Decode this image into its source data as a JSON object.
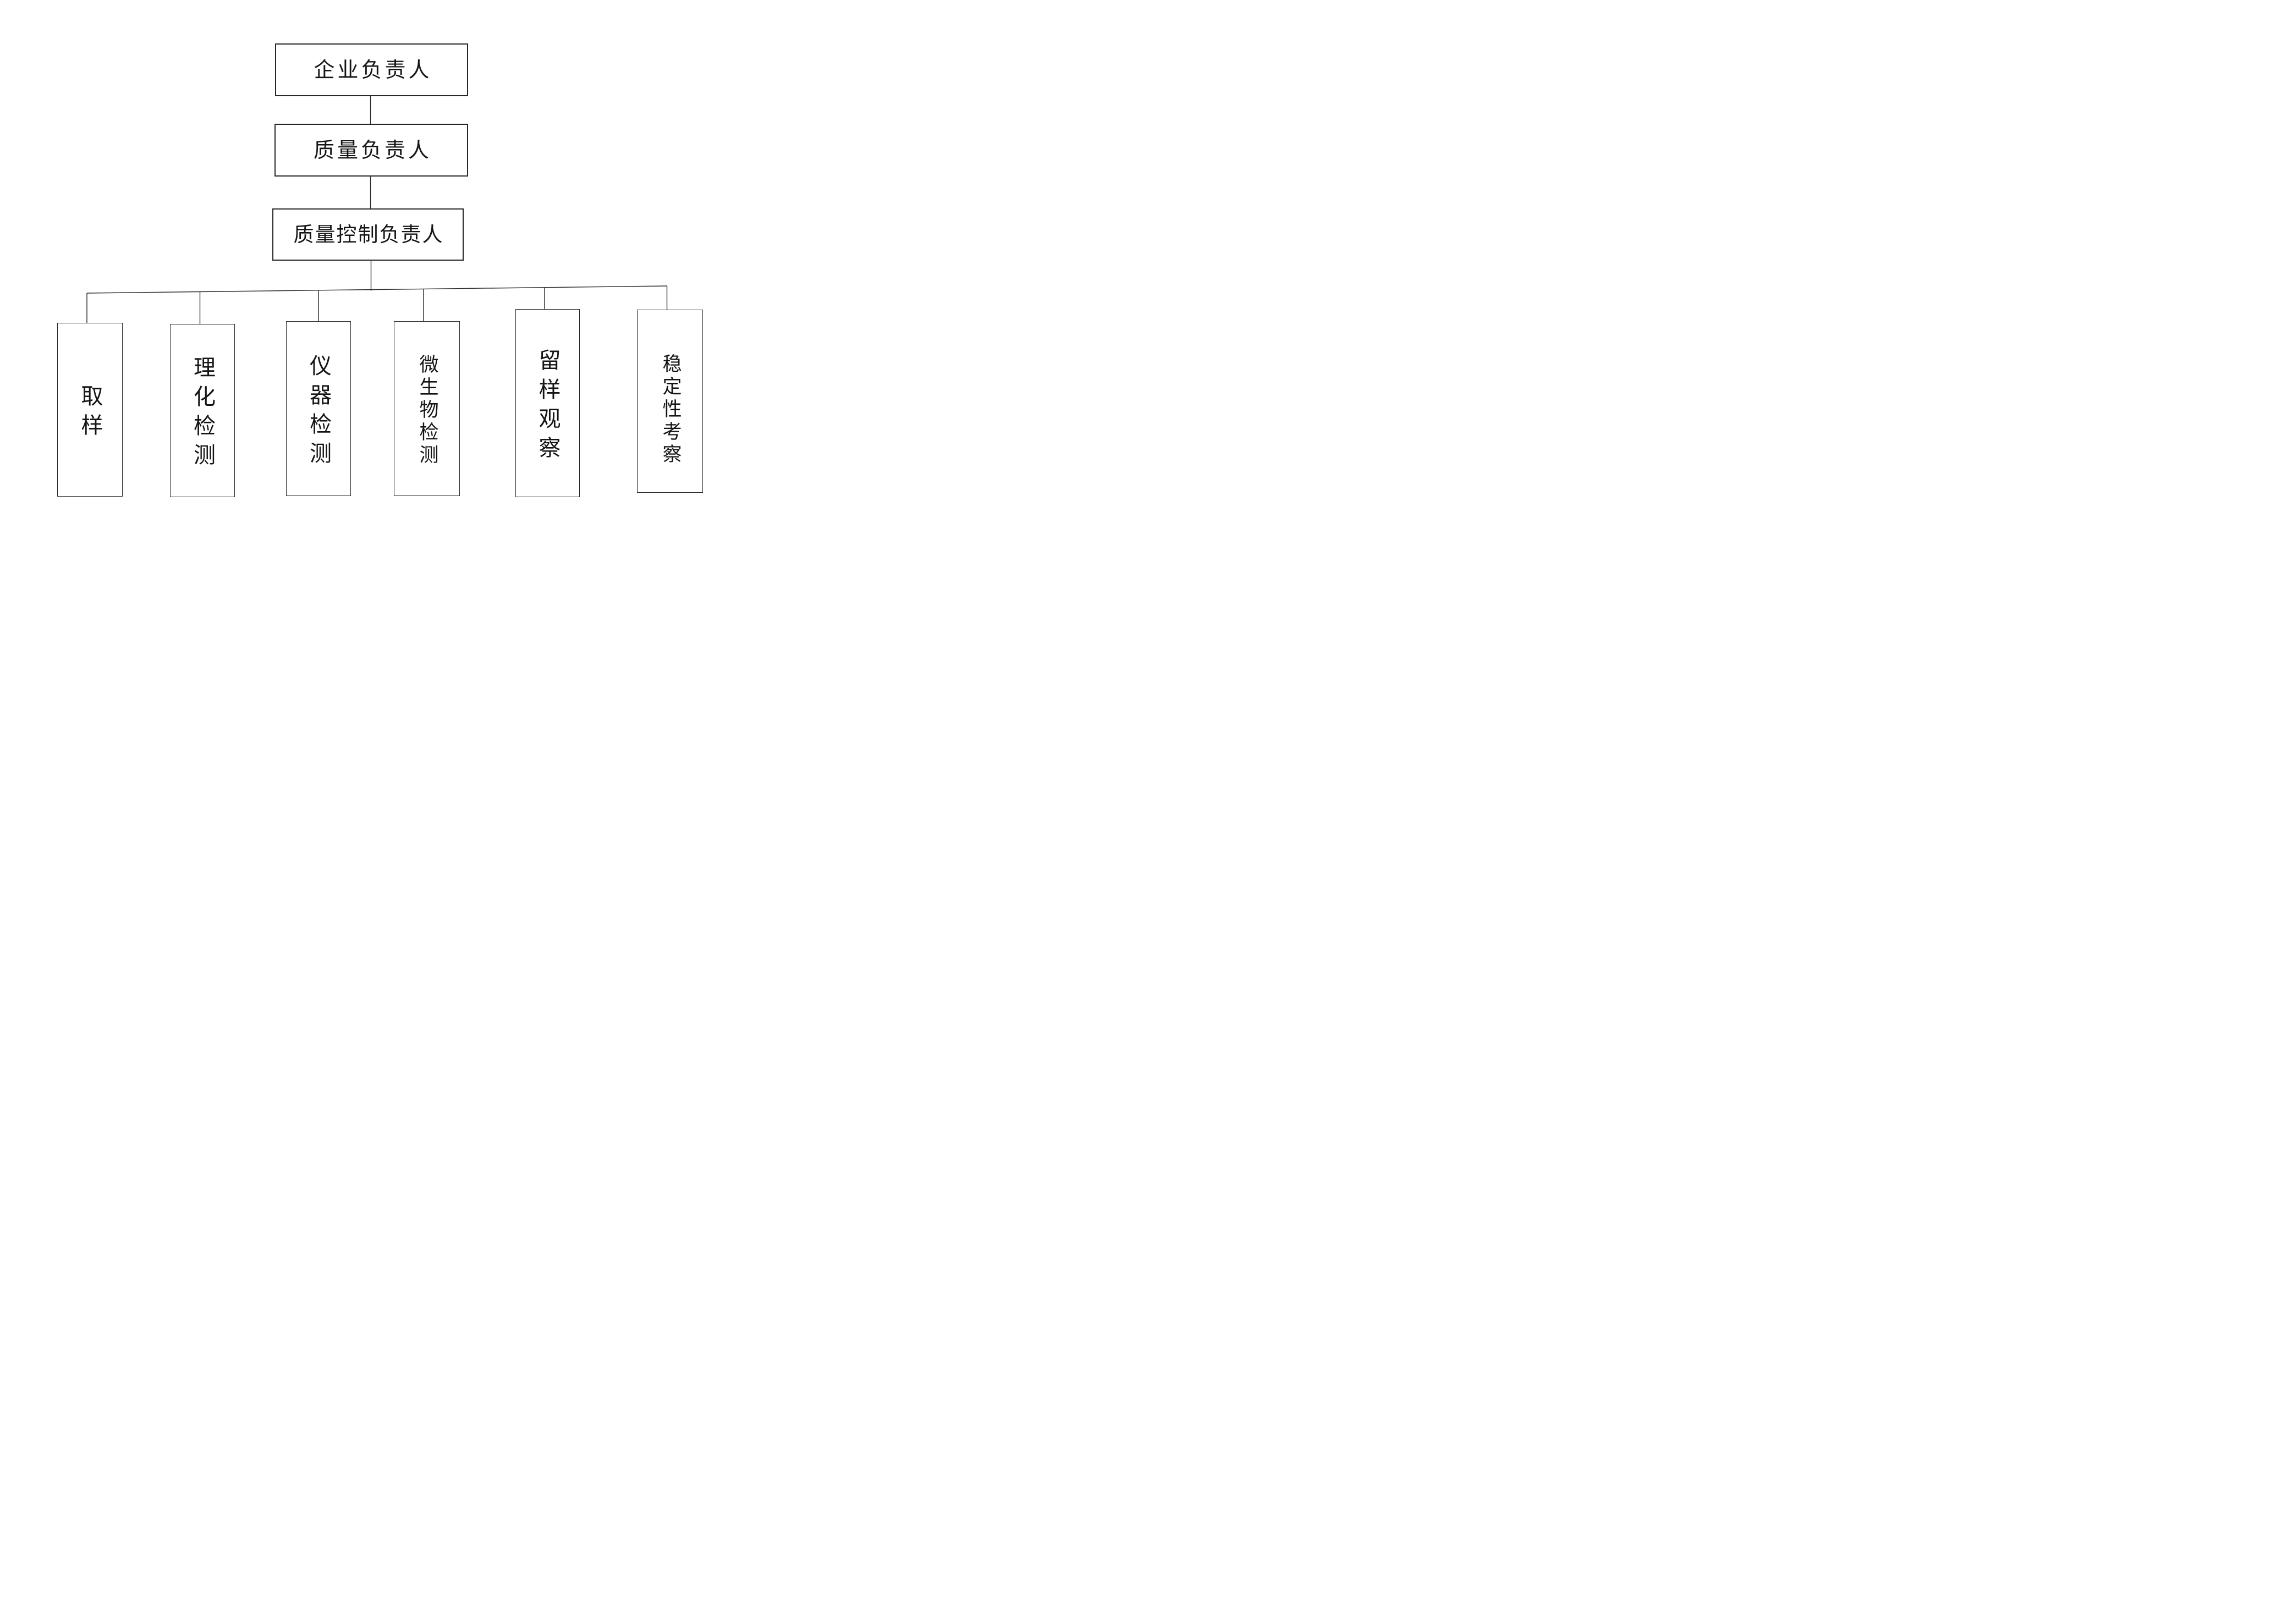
{
  "nodes": {
    "level1": {
      "label": "企业负责人"
    },
    "level2": {
      "label": "质量负责人"
    },
    "level3": {
      "label": "质量控制负责人"
    }
  },
  "departments": [
    {
      "label": "取样"
    },
    {
      "label": "理化检测"
    },
    {
      "label": "仪器检测"
    },
    {
      "label": "微生物检测"
    },
    {
      "label": "留样观察"
    },
    {
      "label": "稳定性考察"
    }
  ],
  "colors": {
    "line": "#2a2626",
    "text": "#151515",
    "background": "#ffffff"
  }
}
